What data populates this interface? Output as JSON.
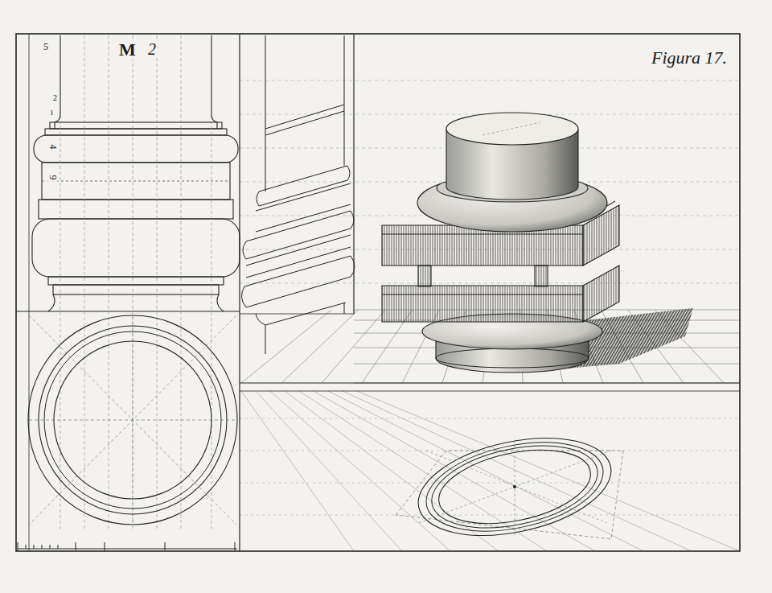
{
  "diagram": {
    "title": "Figura 17.",
    "labels": [
      "M",
      "2",
      "5",
      "2",
      "1",
      "4",
      "9"
    ]
  }
}
